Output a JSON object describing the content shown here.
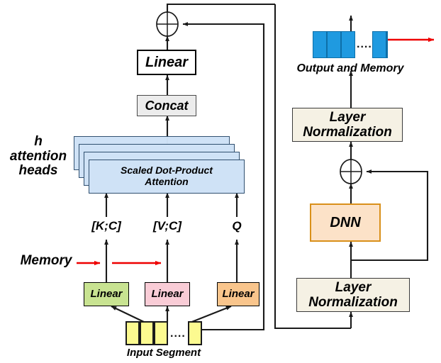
{
  "figure": {
    "title": "Transformer attention block with memory and segment-level recurrence",
    "type": "architecture-diagram"
  },
  "left_panel": {
    "name": "multi-head-attention-with-memory",
    "add_node": "⊕",
    "linear_out_label": "Linear",
    "concat_label": "Concat",
    "heads_label": "h\nattention\nheads",
    "attention_label": "Scaled Dot-Product\nAttention",
    "attention_stack_count": 4,
    "inputs": [
      {
        "key": "k",
        "label": "[K;C]",
        "linear_label": "Linear",
        "color": "#c8e391"
      },
      {
        "key": "v",
        "label": "[V;C]",
        "linear_label": "Linear",
        "color": "#f9ccd6"
      },
      {
        "key": "q",
        "label": "Q",
        "linear_label": "Linear",
        "color": "#f9c58c"
      }
    ],
    "memory_label": "Memory",
    "memory_arrow_color": "#ee0000",
    "input_segment_label": "Input Segment",
    "input_segment_blocks": 3,
    "input_segment_tail_blocks": 1,
    "input_segment_dots": "....",
    "input_segment_color": "#fcfa90"
  },
  "right_panel": {
    "name": "feed-forward-and-normalization",
    "output_memory_label": "Output and Memory",
    "output_blocks": 3,
    "output_tail_blocks": 2,
    "output_dots": "....",
    "output_block_color": "#1f9ae0",
    "memory_out_arrow_color": "#ee0000",
    "layer_norm_top_label": "Layer\nNormalization",
    "layer_norm_bottom_label": "Layer\nNormalization",
    "add_node": "⊕",
    "dnn_label": "DNN",
    "dnn_color": "#fce2c8",
    "dnn_border": "#d9901a"
  },
  "colors": {
    "attention_fill": "#cfe2f6",
    "concat_fill": "#ececec",
    "layer_norm_fill": "#f5f1e4",
    "line": "#1a1a1a",
    "red": "#ee0000"
  }
}
